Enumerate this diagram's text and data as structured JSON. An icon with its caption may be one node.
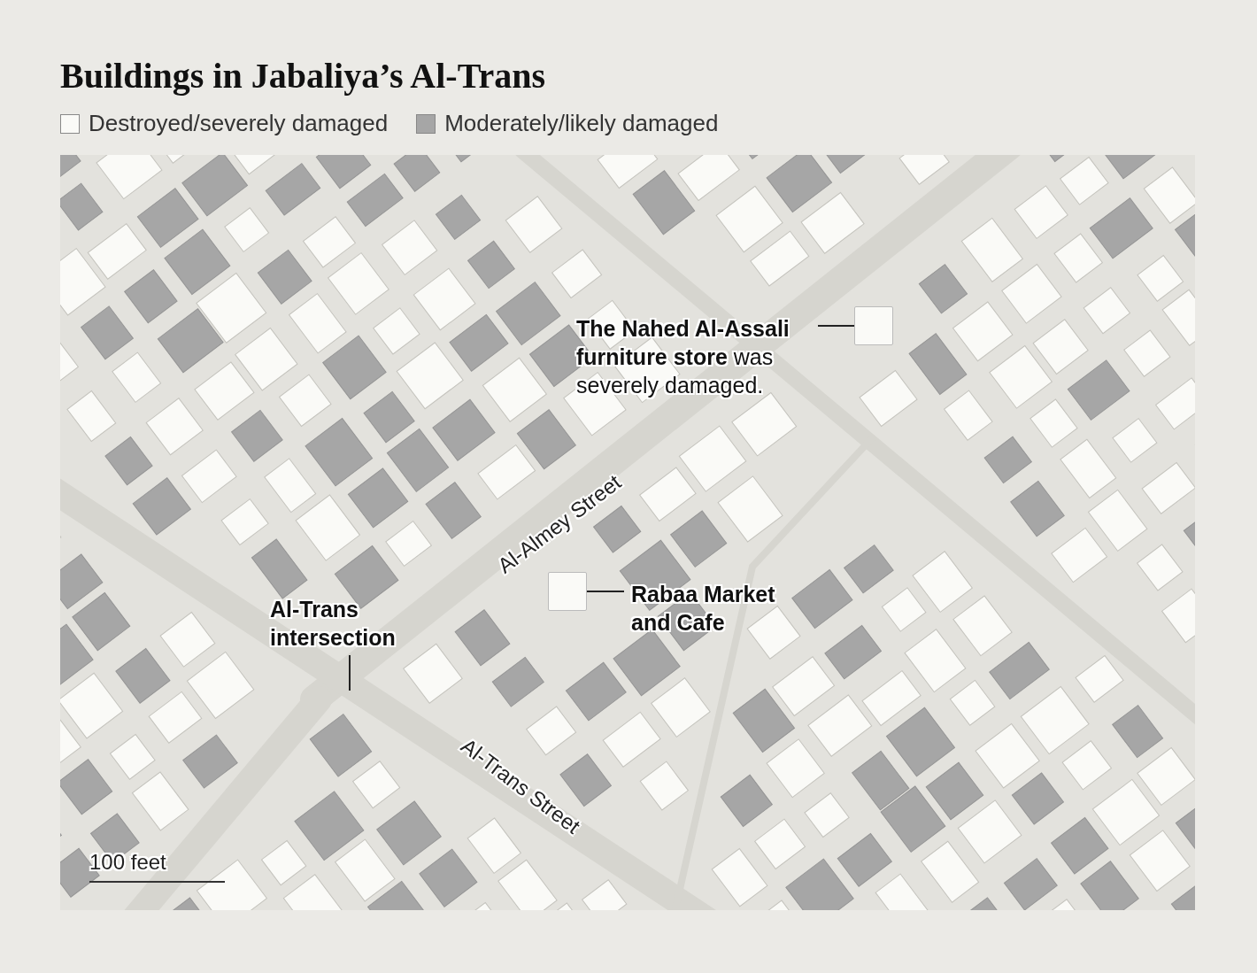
{
  "diagram": {
    "title": "Buildings in Jabaliya’s Al-Trans",
    "nodes": [
      {
        "text": [
          "**The Nahed Al-Assali furniture store** was severely damaged."
        ]
      },
      {
        "text": [],
        "shape": "box"
      },
      {
        "text": [
          "Rabaa Market and Cafe"
        ]
      },
      {
        "text": [],
        "shape": "box"
      },
      {
        "text": [
          "Al-Trans intersection"
        ]
      }
    ],
    "edges": [
      {
        "from": 0,
        "to": 1,
        "arrow": "none"
      },
      {
        "from": 2,
        "to": 3,
        "arrow": "none"
      },
      {
        "from": 4,
        "to": null,
        "arrow": "none"
      }
    ],
    "labels": [
      "Al-Almey Street",
      "Al-Trans Street",
      "100 feet"
    ],
    "legend": [
      {
        "text": "Destroyed/severely damaged",
        "color": "#fafaf7"
      },
      {
        "text": "Moderately/likely damaged",
        "color": "#a6a6a6"
      }
    ]
  }
}
